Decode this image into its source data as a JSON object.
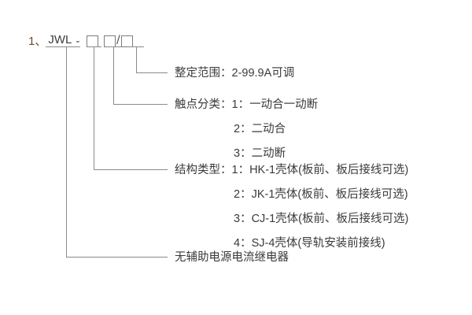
{
  "diagram": {
    "code": {
      "index": "1、",
      "series": "JWL",
      "dash": "-",
      "separator": "/",
      "boxes": [
        "",
        "",
        ""
      ]
    },
    "callouts": [
      {
        "title": "整定范围",
        "colon": "：",
        "value": "2-99.9A可调",
        "options": []
      },
      {
        "title": "触点分类",
        "colon": "：",
        "value": "1：一动合一动断",
        "options": [
          "2：二动合",
          "3：二动断"
        ]
      },
      {
        "title": "结构类型",
        "colon": "：",
        "value": "1：HK-1壳体(板前、板后接线可选)",
        "options": [
          "2：JK-1壳体(板前、板后接线可选)",
          "3：CJ-1壳体(板前、板后接线可选)",
          "4：SJ-4壳体(导轨安装前接线)"
        ]
      },
      {
        "title": "无辅助电源电流继电器",
        "colon": "",
        "value": "",
        "options": []
      }
    ],
    "colors": {
      "line": "#8a8a8a",
      "text": "#3a3a3a",
      "index_accent": "#6b4a2f",
      "box_border": "#7d7d7d",
      "background": "#ffffff"
    }
  }
}
